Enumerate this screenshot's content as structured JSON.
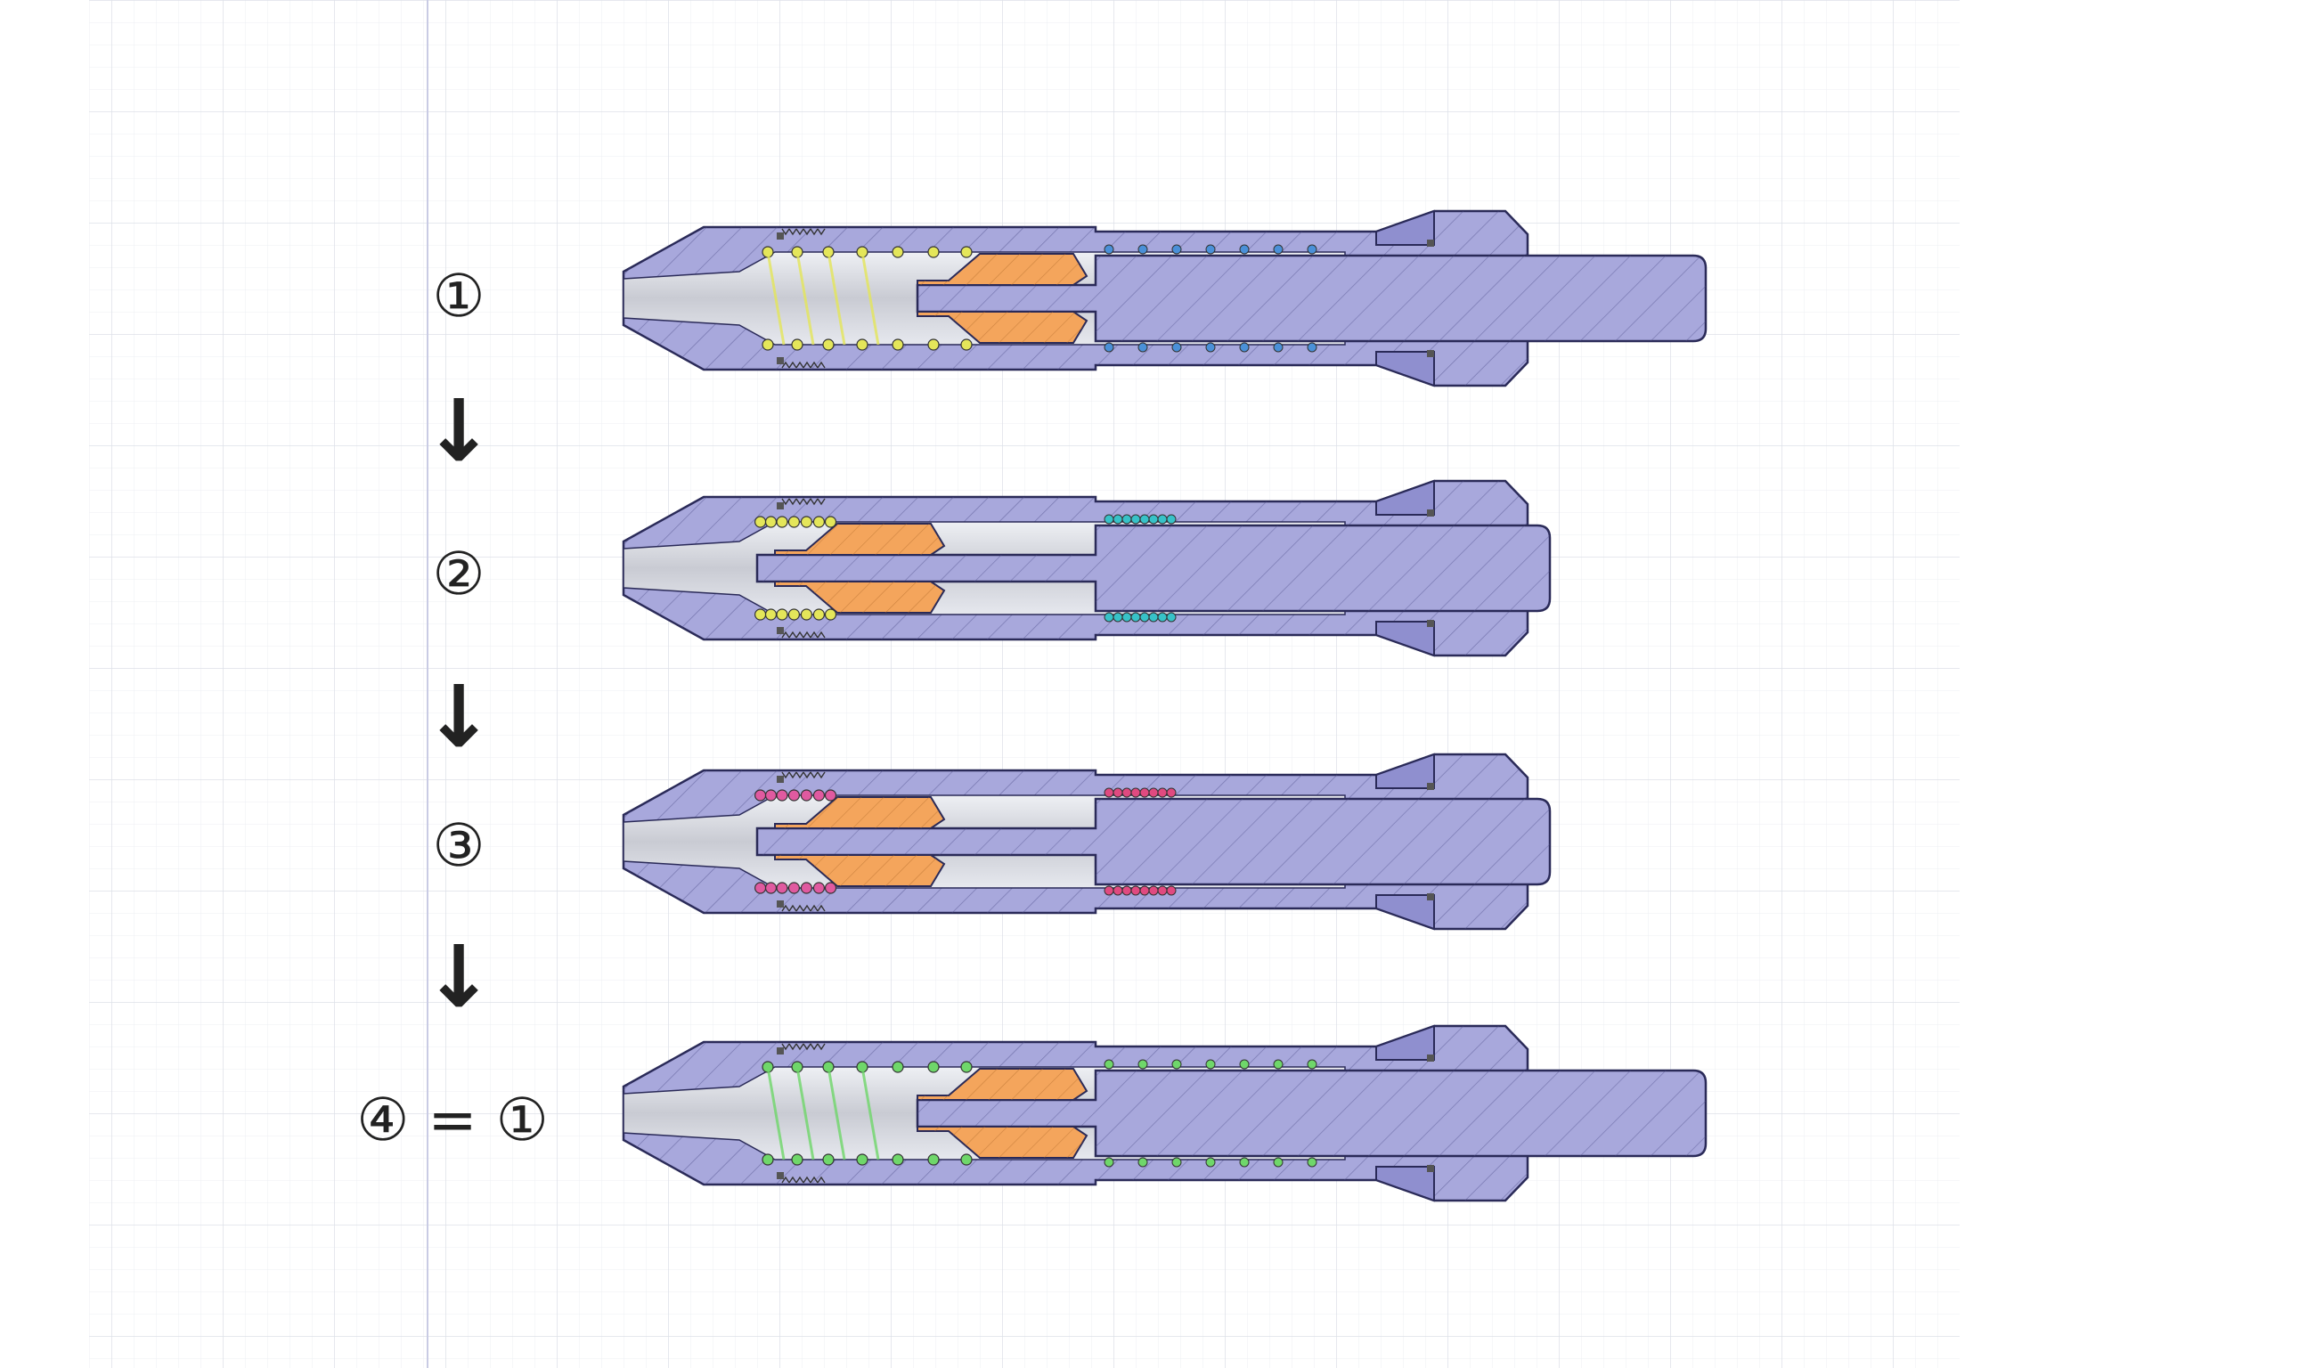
{
  "steps": [
    {
      "label": "①",
      "spring_color": "#e4e65a",
      "rod": "long"
    },
    {
      "label": "②",
      "spring_color": "#e4e65a",
      "rod": "short"
    },
    {
      "label": "③",
      "spring_color": "#e05aa0",
      "rod": "short"
    },
    {
      "label": "④ = ①",
      "spring_color": "#6fd76a",
      "rod": "long"
    }
  ],
  "arrow_symbol": "↓",
  "colors": {
    "body": "#a8a8dc",
    "body_dark": "#8f8fcf",
    "outline": "#2a2a58",
    "bore": "#d4d4dc",
    "orange": "#f4a55c",
    "grid": "#e4e8ee",
    "grid_major": "#d2d7e0"
  },
  "second_spring_colors": [
    "#4a90d8",
    "#37c2c8",
    "#e04a80",
    "#6fd76a"
  ]
}
